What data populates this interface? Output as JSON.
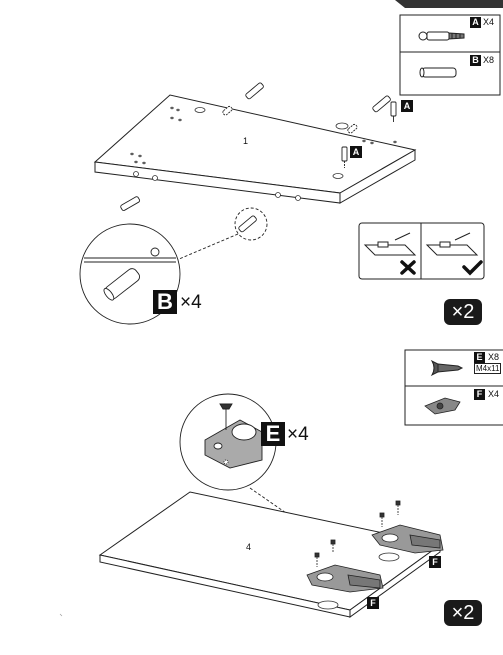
{
  "parts_box_1": {
    "part_a": {
      "letter": "A",
      "qty": "X4",
      "icon": "cam-bolt-icon"
    },
    "part_b": {
      "letter": "B",
      "qty": "X8",
      "icon": "wooden-dowel-icon"
    }
  },
  "parts_box_2": {
    "part_e": {
      "letter": "E",
      "qty": "X8",
      "size": "M4x11",
      "icon": "screw-icon"
    },
    "part_f": {
      "letter": "F",
      "qty": "X4",
      "icon": "hinge-icon"
    }
  },
  "step1": {
    "panel_number": "1",
    "callout_a_1": "A",
    "callout_a_2": "A",
    "zoom_tag": "B",
    "zoom_mult": "×4",
    "repeat": "×2",
    "wrong_icon": "cross-icon",
    "right_icon": "check-icon"
  },
  "step2": {
    "panel_number": "4",
    "zoom_tag": "E",
    "zoom_mult": "×4",
    "callout_f_1": "F",
    "callout_f_2": "F",
    "repeat": "×2"
  }
}
